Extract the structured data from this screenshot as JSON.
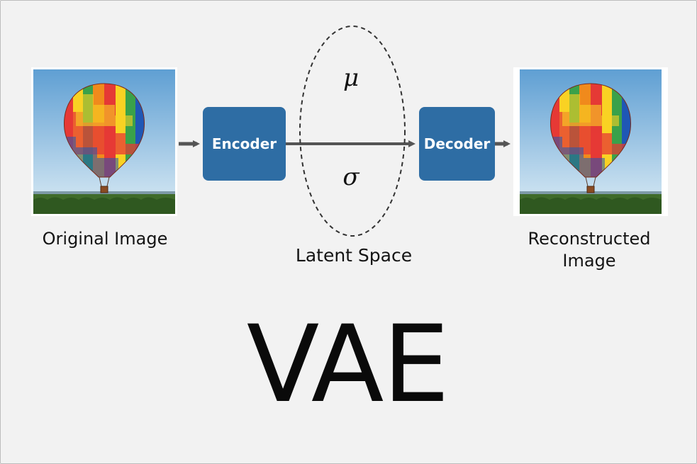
{
  "title": "VAE",
  "original_image": {
    "caption": "Original Image"
  },
  "reconstructed_image": {
    "caption_line1": "Reconstructed",
    "caption_line2": "Image"
  },
  "encoder": {
    "label": "Encoder"
  },
  "decoder": {
    "label": "Decoder"
  },
  "latent_space": {
    "label": "Latent Space",
    "mean_symbol": "μ",
    "std_symbol": "σ"
  },
  "colors": {
    "background": "#f2f2f2",
    "block_fill": "#2e6da4",
    "arrow": "#555555",
    "text": "#141414",
    "sky_top": "#5f9fd3",
    "sky_bottom": "#d8e9f3",
    "balloon_stripes": [
      "#e53935",
      "#f9d223",
      "#3aa14a",
      "#1f57b5",
      "#f08a1c",
      "#e53935",
      "#f9d223",
      "#3aa14a"
    ]
  }
}
